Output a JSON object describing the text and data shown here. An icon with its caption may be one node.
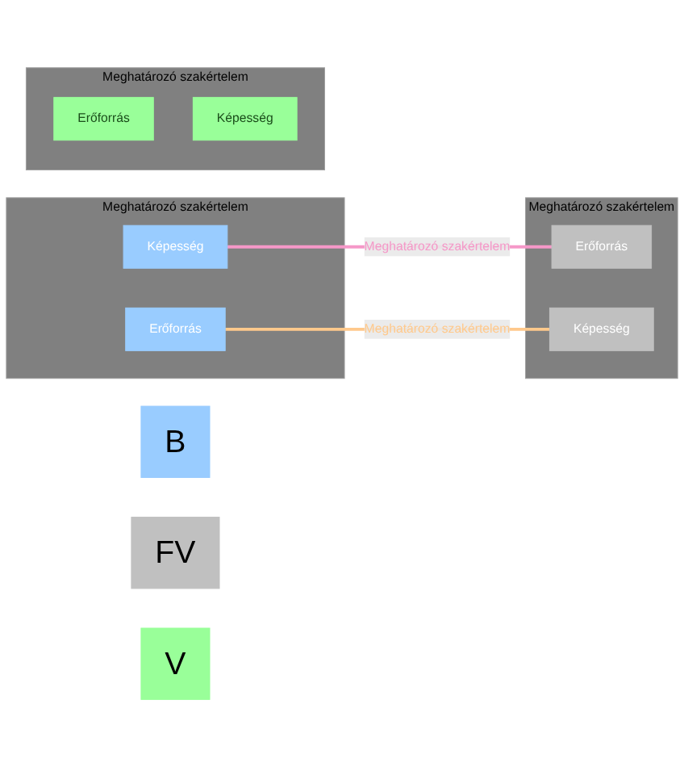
{
  "diagram": {
    "nodes": [
      {
        "text": [
          "B"
        ]
      },
      {
        "text": [
          "Meghatározó szakértelem"
        ]
      },
      {
        "text": [
          "Erőforrás"
        ],
        "in": 1
      },
      {
        "text": [
          "Képesség"
        ],
        "in": 1
      },
      {
        "text": [
          "FV"
        ]
      },
      {
        "text": [
          "Meghatározó szakértelem"
        ]
      },
      {
        "text": [
          "Erőforrás"
        ],
        "in": 5
      },
      {
        "text": [
          "Képesség"
        ],
        "in": 5
      },
      {
        "text": [
          "V"
        ]
      },
      {
        "text": [
          "Meghatározó szakértelem"
        ]
      },
      {
        "text": [
          "Erőforrás"
        ],
        "in": 9
      },
      {
        "text": [
          "Képesség"
        ],
        "in": 9
      }
    ],
    "edges": [
      {
        "from": 2,
        "to": 7,
        "arrow": "none",
        "label": "Meghatározó szakértelem",
        "color": "#ffc98c"
      },
      {
        "from": 3,
        "to": 6,
        "arrow": "none",
        "label": "Meghatározó szakértelem",
        "color": "#f598c8"
      }
    ]
  }
}
